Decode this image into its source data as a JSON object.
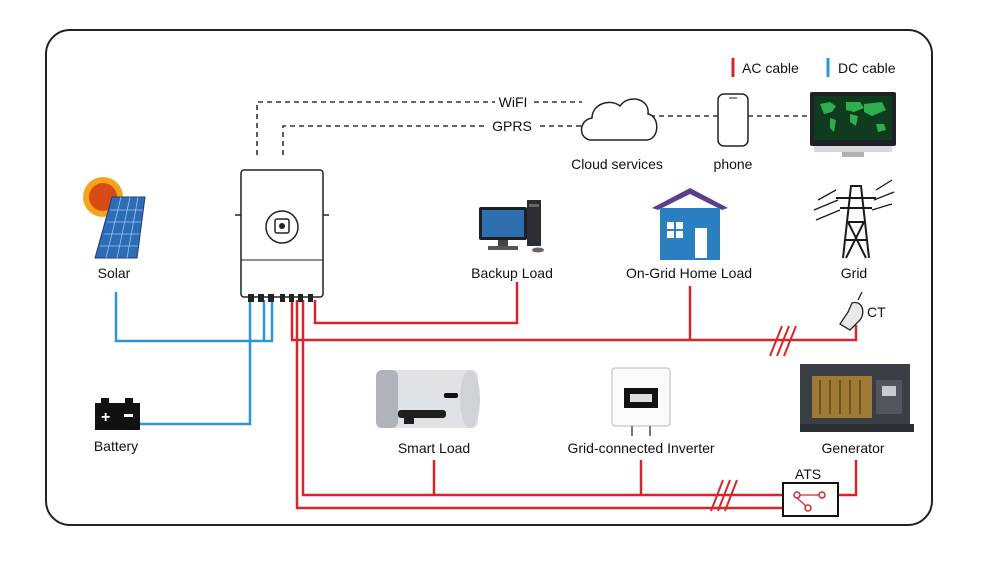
{
  "legend": {
    "ac_label": "AC cable",
    "dc_label": "DC cable",
    "ac_color": "#d7262b",
    "dc_color": "#2d97d3"
  },
  "comms": {
    "wifi": "WiFI",
    "gprs": "GPRS"
  },
  "nodes": {
    "cloud": "Cloud services",
    "phone": "phone",
    "solar": "Solar",
    "backup_load": "Backup Load",
    "home_load": "On-Grid Home Load",
    "grid": "Grid",
    "ct": "CT",
    "battery": "Battery",
    "smart_load": "Smart Load",
    "grid_inverter": "Grid-connected Inverter",
    "generator": "Generator",
    "ats": "ATS"
  },
  "icons": [
    "sun-icon",
    "solar-panel-icon",
    "inverter-icon",
    "cloud-icon",
    "phone-icon",
    "monitor-icon",
    "computer-icon",
    "house-icon",
    "pylon-icon",
    "ct-clamp-icon",
    "battery-icon",
    "water-heater-icon",
    "grid-inverter-icon",
    "generator-icon",
    "ats-switch-icon"
  ]
}
